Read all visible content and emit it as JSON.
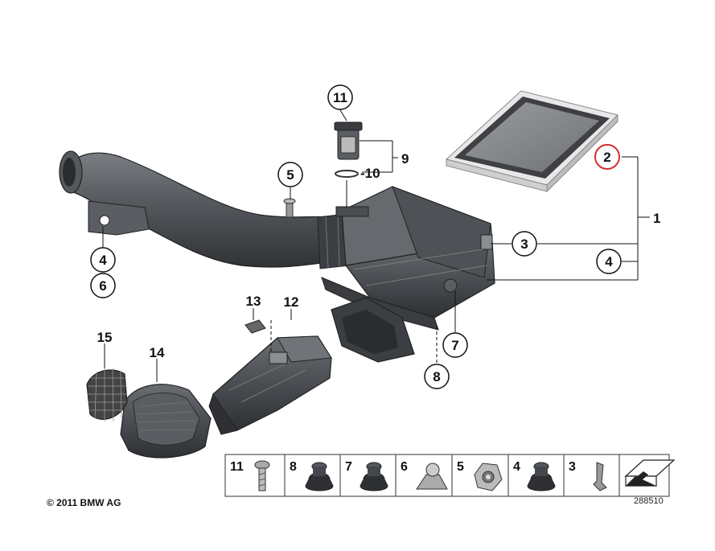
{
  "diagram": {
    "callouts": {
      "c1": "1",
      "c2": "2",
      "c3": "3",
      "c4_main": "4",
      "c4_hose": "4",
      "c5": "5",
      "c6": "6",
      "c7": "7",
      "c8": "8",
      "c9": "9",
      "c10": "-10",
      "c11": "11",
      "c12": "12",
      "c13": "13",
      "c14": "14",
      "c15": "15"
    },
    "highlight_color": "#d32f2f",
    "strip": [
      "11",
      "8",
      "7",
      "6",
      "5",
      "4",
      "3"
    ]
  },
  "footer": {
    "copyright": "© 2011 BMW AG",
    "reference": "288510"
  }
}
